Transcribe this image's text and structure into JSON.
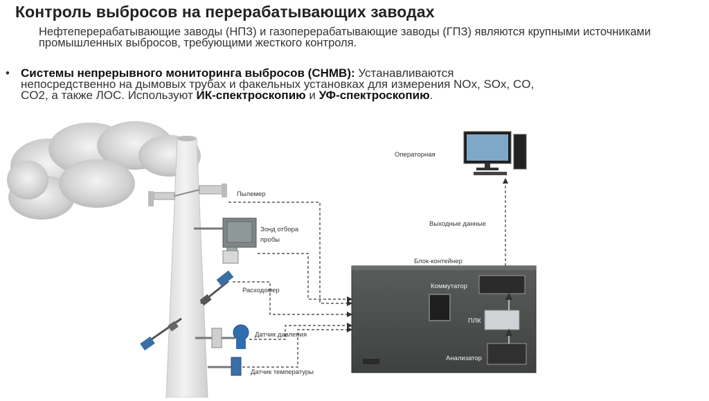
{
  "slide": {
    "title": "Контроль выбросов на перерабатывающих заводах",
    "subtitle": "Нефтеперерабатывающие заводы (НПЗ) и газоперерабатывающие заводы (ГПЗ) являются крупными источниками промышленных выбросов, требующими жесткого контроля.",
    "bullet": {
      "bold_lead": "Системы непрерывного мониторинга выбросов (СНМВ):",
      "text_1": " Устанавливаются непосредственно на дымовых трубах и факельных установках для измерения NOx, SOx, CO, CO2, а также ЛОС. Используют ",
      "bold_1": "ИК-спектроскопию",
      "text_2": " и ",
      "bold_2": "УФ-спектроскопию",
      "text_3": "."
    }
  },
  "diagram": {
    "labels": {
      "operator_room": "Операторная",
      "dust_meter": "Пылемер",
      "sample_probe": "Зонд отбора пробы",
      "output_data": "Выходные данные",
      "container_block": "Блок-контейнер",
      "flow_meter": "Расходомер",
      "switch": "Коммутатор",
      "plc": "ПЛК",
      "pressure_sensor": "Датчик давления",
      "analyzer": "Анализатор",
      "temperature_sensor": "Датчик температуры"
    },
    "colors": {
      "container_body": "#4a4d4b",
      "stack": "#e6e6e6",
      "dashed_line": "#333333",
      "sensor_blue": "#2f6fb0"
    }
  }
}
